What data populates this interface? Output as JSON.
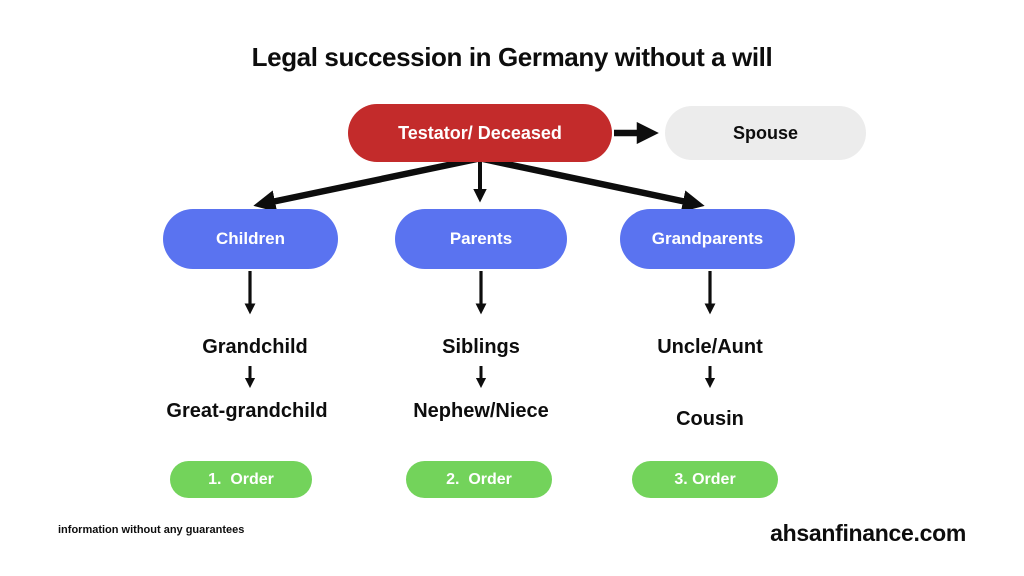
{
  "title": "Legal succession in Germany without a will",
  "colors": {
    "red": "#C32B2B",
    "blue": "#5A73F0",
    "gray": "#ECECEC",
    "green": "#73D35B",
    "ink": "#0D0D0D",
    "white": "#FFFFFF",
    "bg": "#FFFFFF"
  },
  "root": {
    "label": "Testator/ Deceased"
  },
  "spouse": {
    "label": "Spouse"
  },
  "branches": [
    {
      "heir": "Children",
      "descendants": [
        "Grandchild",
        "Great-grandchild"
      ],
      "order": "1.  Order"
    },
    {
      "heir": "Parents",
      "descendants": [
        "Siblings",
        "Nephew/Niece"
      ],
      "order": "2.  Order"
    },
    {
      "heir": "Grandparents",
      "descendants": [
        "Uncle/Aunt",
        "Cousin"
      ],
      "order": "3. Order"
    }
  ],
  "footer": {
    "disclaimer": "information without any guarantees",
    "website": "ahsanfinance.com"
  }
}
